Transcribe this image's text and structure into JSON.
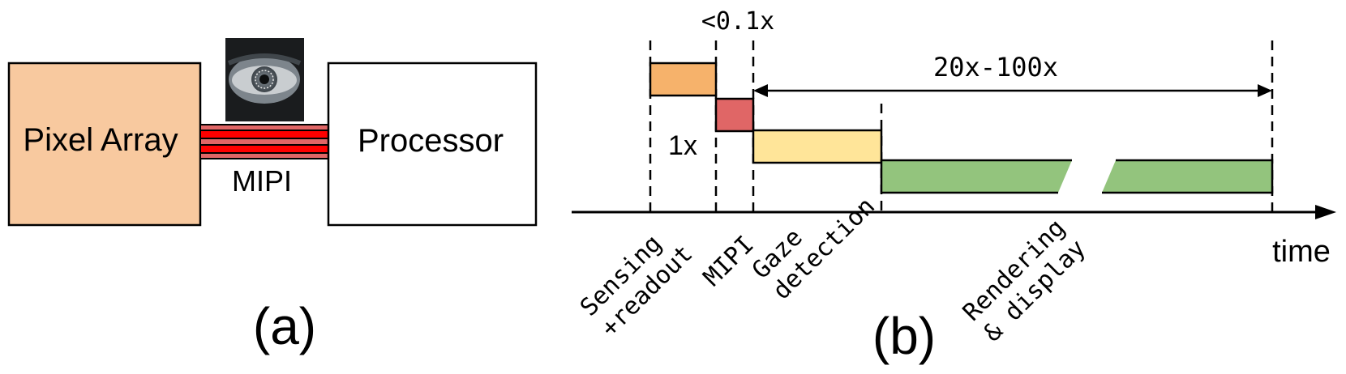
{
  "panel_a": {
    "pixel_array_label": "Pixel Array",
    "processor_label": "Processor",
    "link_label": "MIPI",
    "caption": "(a)",
    "colors": {
      "pixel_array": "#f8c99f",
      "processor": "#ffffff",
      "link_outer": "#e06666",
      "link_inner": "#ff0000"
    }
  },
  "panel_b": {
    "caption": "(b)",
    "axis_label": "time",
    "annotations": {
      "mipi_ratio": "<0.1x",
      "sensing_ratio": "1x",
      "render_ratio": "20x-100x"
    },
    "stages": [
      {
        "id": "sensing",
        "label_line1": "Sensing",
        "label_line2": "+readout",
        "color": "#f6b26b"
      },
      {
        "id": "mipi",
        "label_line1": "MIPI",
        "label_line2": "",
        "color": "#e06666"
      },
      {
        "id": "gaze",
        "label_line1": "Gaze",
        "label_line2": "detection",
        "color": "#ffe599"
      },
      {
        "id": "rendering",
        "label_line1": "Rendering",
        "label_line2": "& display",
        "color": "#93c47d"
      }
    ]
  }
}
